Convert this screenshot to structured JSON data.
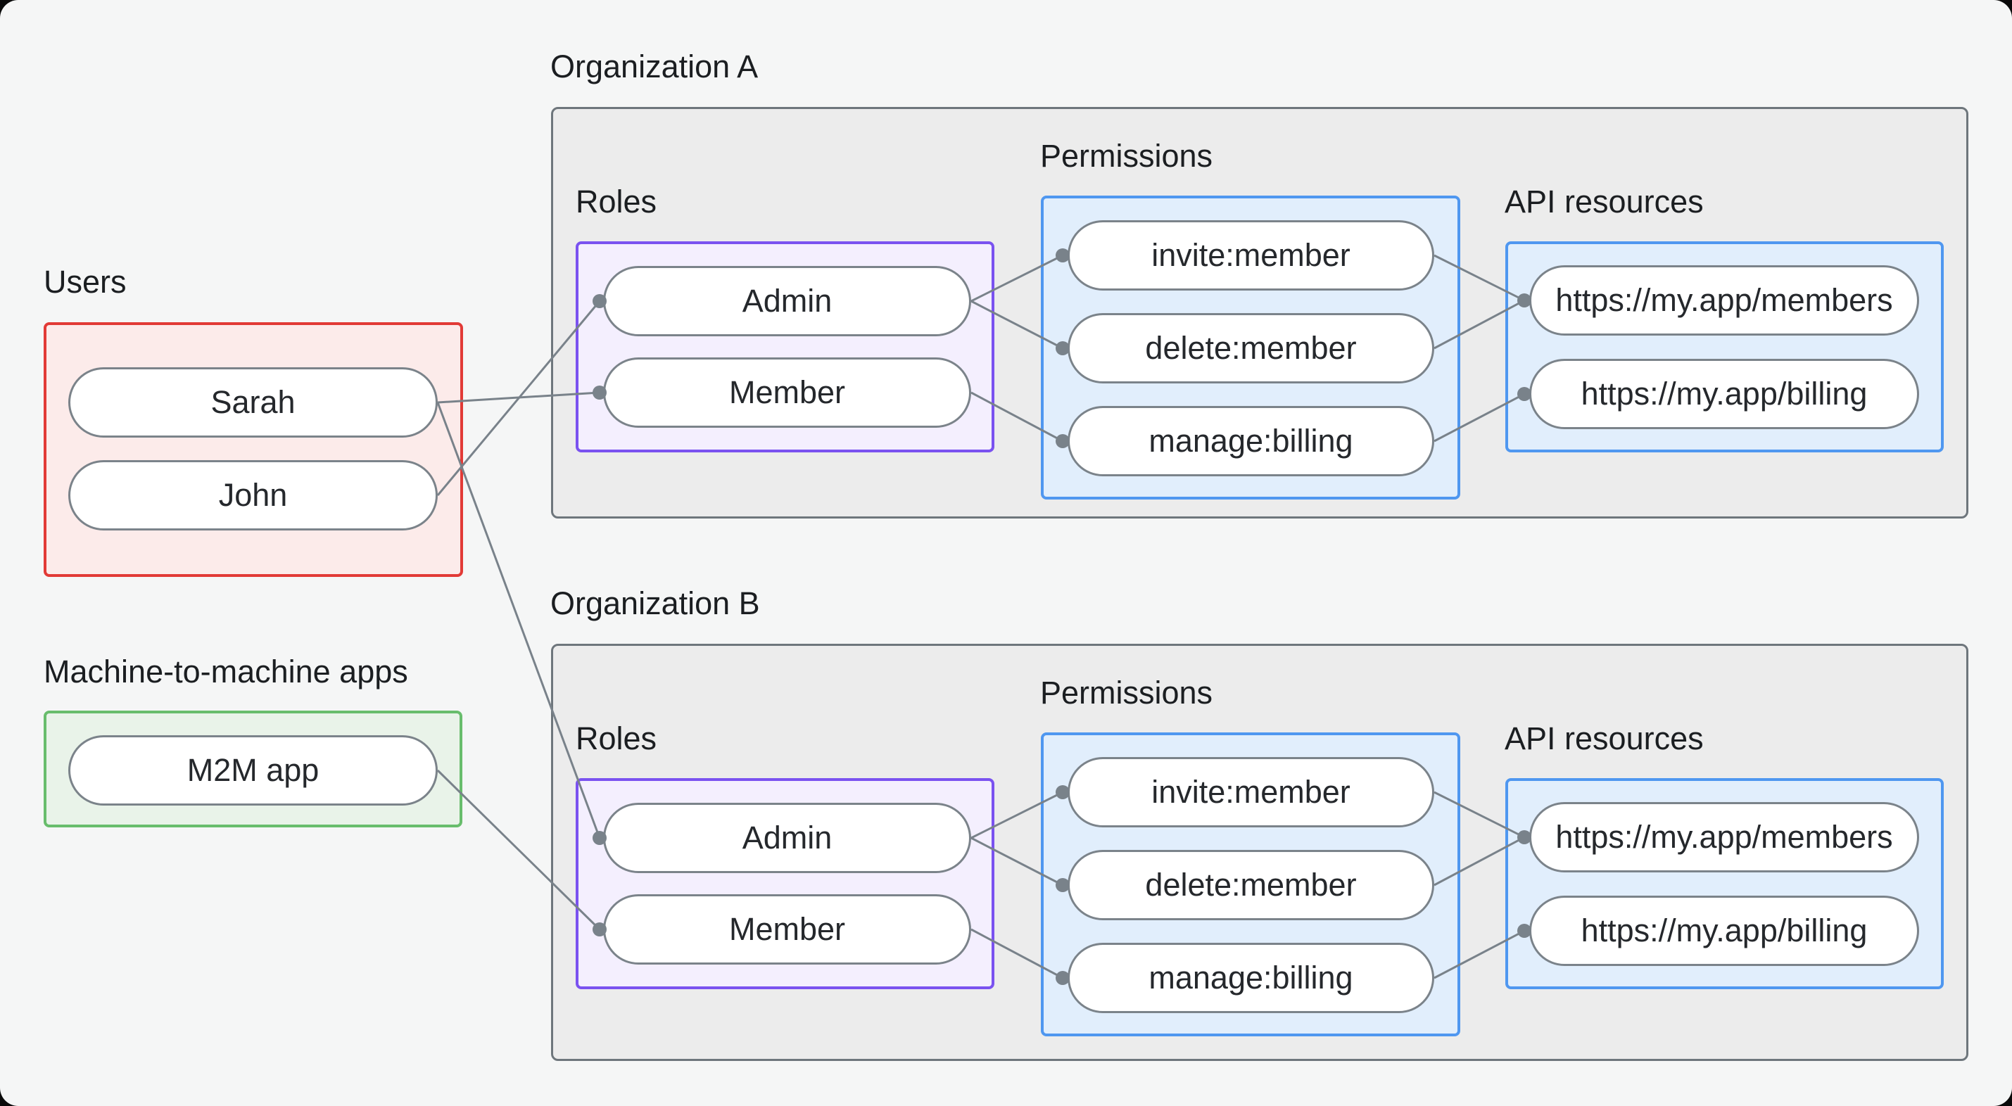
{
  "colors": {
    "canvas_bg": "#f5f6f6",
    "org_container_bg": "#ececec",
    "org_container_border": "#6e767c",
    "users_box_border": "#e23a36",
    "users_box_bg": "#fcebea",
    "m2m_box_border": "#68bd6c",
    "m2m_box_bg": "#e9f3e9",
    "roles_box_border": "#7a52f0",
    "roles_box_bg": "#f4effe",
    "blue_box_border": "#4f97f0",
    "blue_box_bg": "#e1eefc",
    "pill_border": "#7b838a",
    "pill_bg": "#ffffff",
    "edge_color": "#79828a",
    "text_color": "#1b1e21"
  },
  "left_column": {
    "users": {
      "label": "Users",
      "items": [
        "Sarah",
        "John"
      ]
    },
    "m2m": {
      "label": "Machine-to-machine apps",
      "items": [
        "M2M app"
      ]
    }
  },
  "orgs": [
    {
      "title": "Organization A",
      "roles": {
        "label": "Roles",
        "items": [
          "Admin",
          "Member"
        ]
      },
      "permissions": {
        "label": "Permissions",
        "items": [
          "invite:member",
          "delete:member",
          "manage:billing"
        ]
      },
      "api_resources": {
        "label": "API resources",
        "items": [
          "https://my.app/members",
          "https://my.app/billing"
        ]
      }
    },
    {
      "title": "Organization B",
      "roles": {
        "label": "Roles",
        "items": [
          "Admin",
          "Member"
        ]
      },
      "permissions": {
        "label": "Permissions",
        "items": [
          "invite:member",
          "delete:member",
          "manage:billing"
        ]
      },
      "api_resources": {
        "label": "API resources",
        "items": [
          "https://my.app/members",
          "https://my.app/billing"
        ]
      }
    }
  ],
  "edges": {
    "external": [
      {
        "from": "Sarah",
        "to": "Organization A / Member"
      },
      {
        "from": "John",
        "to": "Organization A / Admin"
      },
      {
        "from": "Sarah",
        "to": "Organization B / Admin"
      },
      {
        "from": "M2M app",
        "to": "Organization B / Member"
      }
    ],
    "internal_per_org": [
      {
        "from": "Admin",
        "to": "invite:member"
      },
      {
        "from": "Admin",
        "to": "delete:member"
      },
      {
        "from": "Member",
        "to": "manage:billing"
      },
      {
        "from": "invite:member",
        "to": "https://my.app/members"
      },
      {
        "from": "delete:member",
        "to": "https://my.app/members"
      },
      {
        "from": "manage:billing",
        "to": "https://my.app/billing"
      }
    ]
  }
}
